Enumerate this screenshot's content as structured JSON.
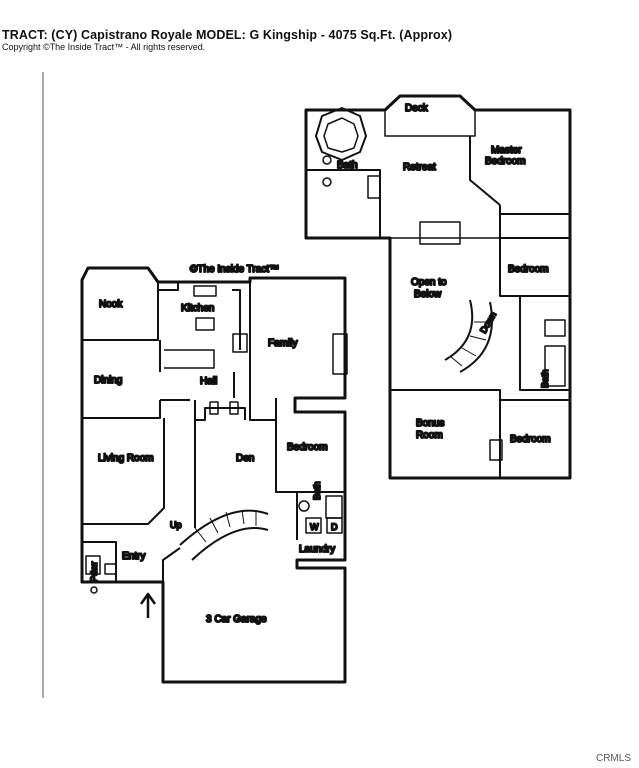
{
  "header": {
    "title": "TRACT: (CY) Capistrano Royale    MODEL: G Kingship  -  4075 Sq.Ft. (Approx)",
    "copyright": "Copyright  ©The Inside Tract™ - All rights reserved."
  },
  "watermark": "©The Inside Tract™",
  "footer": {
    "source": "CRMLS"
  },
  "first_floor": {
    "nook": "Nook",
    "kitchen": "Kitchen",
    "family": "Family",
    "dining": "Dining",
    "hall": "Hall",
    "living_room": "Living Room",
    "den": "Den",
    "bedroom": "Bedroom",
    "bath": "Bath",
    "washer": "W",
    "dryer": "D",
    "laundry": "Laundry",
    "up": "Up",
    "powder": "Pdwr",
    "entry": "Entry",
    "garage": "3 Car Garage"
  },
  "second_floor": {
    "deck": "Deck",
    "bath": "Bath",
    "retreat": "Retreat",
    "master_bedroom_line1": "Master",
    "master_bedroom_line2": "Bedroom",
    "bedroom_upper": "Bedroom",
    "open_line1": "Open to",
    "open_line2": "Below",
    "down": "Down",
    "bath_side": "Bath",
    "bonus_line1": "Bonus",
    "bonus_line2": "Room",
    "bedroom_lower": "Bedroom"
  }
}
